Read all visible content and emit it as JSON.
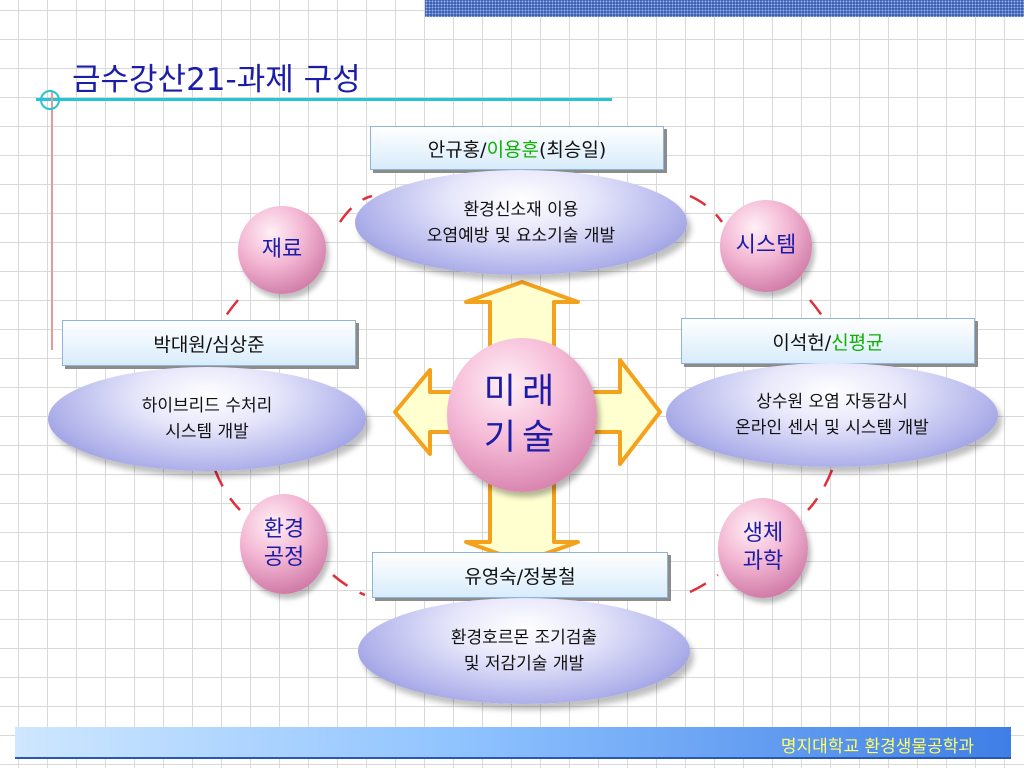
{
  "title": "금수강산21-과제 구성",
  "center": {
    "line1": "미래",
    "line2": "기술"
  },
  "bubbles": {
    "material": "재료",
    "system": "시스템",
    "process": {
      "line1": "환경",
      "line2": "공정"
    },
    "bio": {
      "line1": "생체",
      "line2": "과학"
    }
  },
  "names": {
    "top": {
      "prefix": "안규홍/",
      "highlight": "이용훈",
      "suffix": "(최승일)"
    },
    "left": {
      "text": "박대원/심상준"
    },
    "right": {
      "prefix": "이석헌/",
      "highlight": "신평균"
    },
    "bottom": {
      "text": "유영숙/정봉철"
    }
  },
  "projects": {
    "top": {
      "line1": "환경신소재 이용",
      "line2": "오염예방 및 요소기술 개발"
    },
    "left": {
      "line1": "하이브리드 수처리",
      "line2": "시스템 개발"
    },
    "right": {
      "line1": "상수원 오염 자동감시",
      "line2": "온라인 센서 및 시스템 개발"
    },
    "bottom": {
      "line1": "환경호르몬 조기검출",
      "line2": "및 저감기술 개발"
    }
  },
  "footer": "명지대학교 환경생물공학과",
  "colors": {
    "title": "#1c1ca8",
    "highlight": "#10b000",
    "arrow_fill": "#ffffd0",
    "arrow_stroke": "#f4a21e",
    "connector": "#e0303c"
  }
}
